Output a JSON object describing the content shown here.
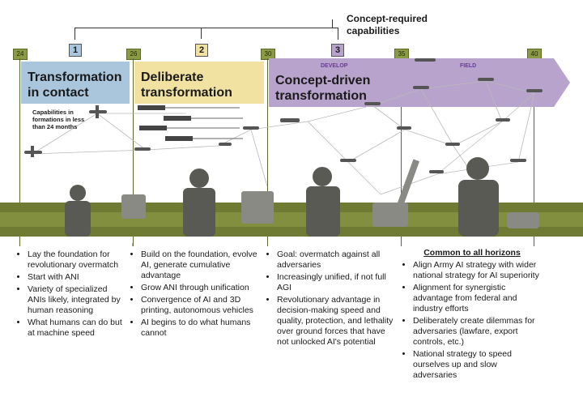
{
  "header": {
    "concept_label": "Concept-required\ncapabilities"
  },
  "years": [
    "24",
    "26",
    "30",
    "35",
    "40"
  ],
  "phases": [
    {
      "num": "1",
      "title": "Transformation\nin contact",
      "color": "#a9c6dd"
    },
    {
      "num": "2",
      "title": "Deliberate\ntransformation",
      "color": "#f2e2a2"
    },
    {
      "num": "3",
      "title": "Concept-driven\ntransformation",
      "color": "#b8a3cc"
    }
  ],
  "arrow_labels": {
    "develop": "DEVELOP",
    "field": "FIELD"
  },
  "capabilities_note": "Capabilities in\nformations in less\nthan 24 months",
  "columns": [
    {
      "bullets": [
        "Lay the foundation for revolutionary overmatch",
        "Start with ANI",
        "Variety of specialized ANIs likely, integrated by human reasoning",
        "What humans can do but at machine speed"
      ]
    },
    {
      "bullets": [
        "Build on the foundation, evolve AI, generate cumulative advantage",
        "Grow ANI through unification",
        "Convergence of AI and 3D printing, autonomous vehicles",
        "AI begins to do what humans cannot"
      ]
    },
    {
      "bullets": [
        "Goal: overmatch against all adversaries",
        "Increasingly unified, if not full AGI",
        "Revolutionary advantage in decision-making speed and quality, protection, and lethality over ground forces that have not unlocked AI's potential"
      ]
    },
    {
      "heading": "Common to all horizons",
      "bullets": [
        "Align Army AI strategy with wider national strategy for AI superiority",
        "Alignment for synergistic advantage from federal and industry efforts",
        "Deliberately create dilemmas for adversaries (lawfare, export controls, etc.)",
        "National strategy to speed ourselves up and slow adversaries"
      ]
    }
  ],
  "colors": {
    "olive": "#6f7a33",
    "year_box": "#8a9a45",
    "phase1": "#a9c6dd",
    "phase2": "#f2e2a2",
    "phase3": "#b8a3cc"
  },
  "icons": [
    "drone-icon",
    "soldier-icon",
    "robot-vehicle-icon",
    "missile-launcher-icon"
  ]
}
